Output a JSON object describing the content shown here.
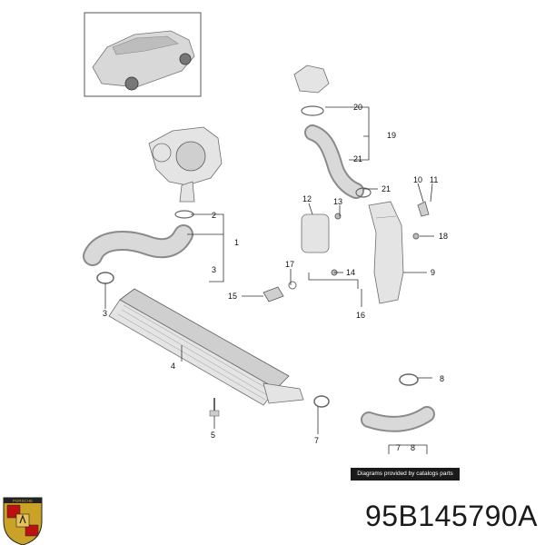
{
  "part_number": "95B145790A",
  "credit_text": "Diagrams provided by catalogs parts",
  "brand_logo": "porsche-crest",
  "callouts": {
    "c1": "1",
    "c2": "2",
    "c3a": "3",
    "c3b": "3",
    "c4": "4",
    "c5": "5",
    "c7a": "7",
    "c7b": "7",
    "c8a": "8",
    "c8b": "8",
    "c9": "9",
    "c10": "10",
    "c11": "11",
    "c12": "12",
    "c13": "13",
    "c14": "14",
    "c15": "15",
    "c16": "16",
    "c17": "17",
    "c18": "18",
    "c19": "19",
    "c20": "20",
    "c21a": "21",
    "c21b": "21"
  },
  "colors": {
    "line": "#333333",
    "part": "#e4e4e4",
    "badge": "#1a1a1a"
  }
}
